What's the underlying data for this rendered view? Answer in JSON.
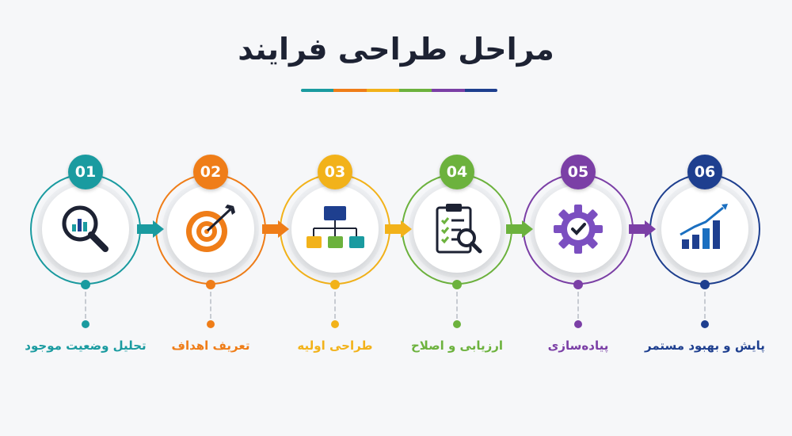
{
  "title": "مراحل طراحی فرایند",
  "colors": {
    "teal": "#1a9ba0",
    "orange": "#ef7d18",
    "yellow": "#f2b21a",
    "green": "#6cb23d",
    "purple": "#7b3fa6",
    "navy": "#1e3f8f",
    "title": "#1d2233"
  },
  "steps": [
    {
      "number": "01",
      "label": "تحلیل وضعیت موجود",
      "icon": "magnifier-chart-icon",
      "color": "#1a9ba0"
    },
    {
      "number": "02",
      "label": "تعریف اهداف",
      "icon": "target-icon",
      "color": "#ef7d18"
    },
    {
      "number": "03",
      "label": "طراحی اولیه",
      "icon": "hierarchy-icon",
      "color": "#f2b21a"
    },
    {
      "number": "04",
      "label": "ارزیابی و اصلاح",
      "icon": "clipboard-check-icon",
      "color": "#6cb23d"
    },
    {
      "number": "05",
      "label": "پیاده‌سازی",
      "icon": "gear-check-icon",
      "color": "#7b3fa6"
    },
    {
      "number": "06",
      "label": "پایش و بهبود مستمر",
      "icon": "growth-chart-icon",
      "color": "#1e3f8f"
    }
  ]
}
